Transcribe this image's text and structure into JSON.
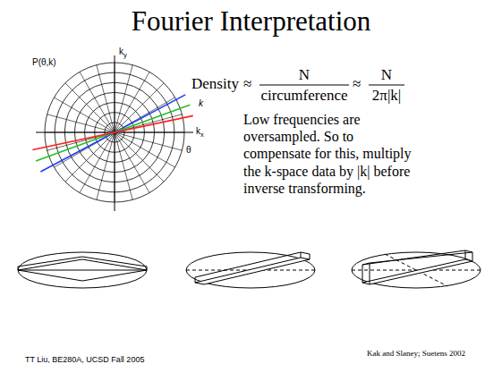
{
  "diagram": {
    "title": "Fourier Interpretation",
    "labels": [
      "P(θ,k)",
      "ky",
      "kx",
      "k",
      "θ",
      "Density",
      "≈",
      "N",
      "circumference",
      "≈",
      "N",
      "2π|k|",
      "Low frequencies are oversampled. So to compensate for this, multiply the k-space data by |k| before inverse transforming.",
      "TT Liu, BE280A, UCSD Fall 2005",
      "Kak and Slaney; Suetens 2002"
    ]
  }
}
